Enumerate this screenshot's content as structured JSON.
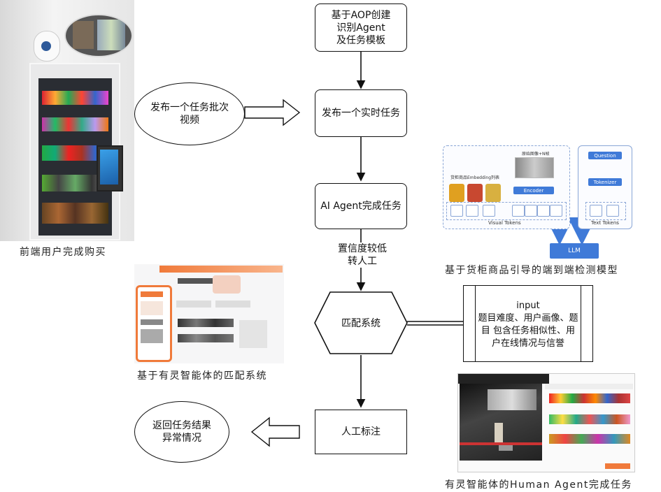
{
  "flow": {
    "step1": [
      "基于AOP创建",
      "识别Agent",
      "及任务模板"
    ],
    "step2": "发布一个实时任务",
    "step3": "AI Agent完成任务",
    "edge_label": [
      "置信度较低",
      "转人工"
    ],
    "match": "匹配系统",
    "input_box": [
      "input",
      "题目难度、用户画像、题",
      "目 包含任务相似性、用",
      "户在线情况与信誉"
    ],
    "human": "人工标注",
    "batch_oval": [
      "发布一个任务批次",
      "视频"
    ],
    "return_oval": [
      "返回任务结果",
      "异常情况"
    ]
  },
  "captions": {
    "vending": "前端用户完成购买",
    "model": "基于货柜商品引导的端到端检测模型",
    "matching": "基于有灵智能体的匹配系统",
    "human_agent": "有灵智能体的Human Agent完成任务"
  },
  "model_figure": {
    "frame_label": "原始图像+N帧",
    "emb_label": "货柜商品Embedding列表",
    "encoder": "Encoder",
    "visual_tokens": "Visual Tokens",
    "question": "Question",
    "tokenizer": "Tokenizer",
    "text_tokens": "Text Tokens",
    "llm": "LLM"
  },
  "colors": {
    "accent_blue": "#3f7ad8",
    "orange": "#f07a3a",
    "border": "#111111"
  }
}
